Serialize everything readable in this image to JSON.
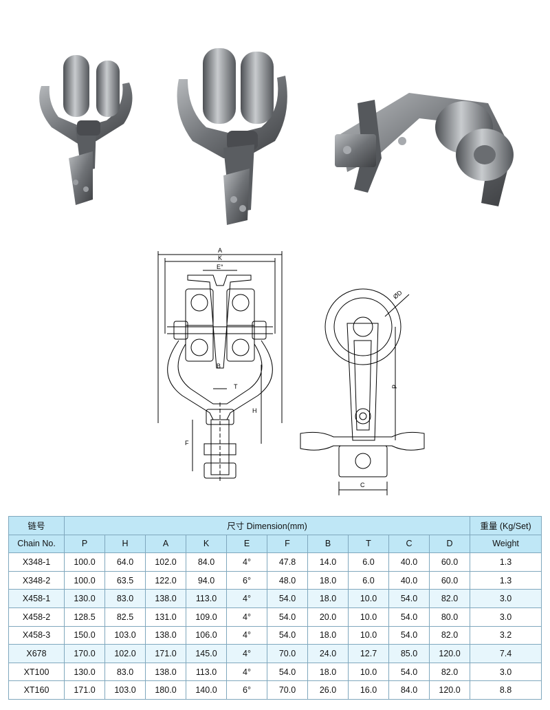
{
  "diagram": {
    "front_labels": {
      "A": "A",
      "K": "K",
      "E": "E°",
      "B": "B",
      "T": "T",
      "H": "H",
      "F": "F"
    },
    "side_labels": {
      "D": "ØD",
      "P": "P",
      "C": "C"
    }
  },
  "table": {
    "header_top": {
      "chain": "链号",
      "dimension": "尺寸 Dimension(mm)",
      "weight": "重量 (Kg/Set)"
    },
    "header_sub": {
      "chain": "Chain No.",
      "cols": [
        "P",
        "H",
        "A",
        "K",
        "E",
        "F",
        "B",
        "T",
        "C",
        "D"
      ],
      "weight": "Weight"
    },
    "rows": [
      {
        "chain": "X348-1",
        "values": [
          "100.0",
          "64.0",
          "102.0",
          "84.0",
          "4°",
          "47.8",
          "14.0",
          "6.0",
          "40.0",
          "60.0"
        ],
        "weight": "1.3"
      },
      {
        "chain": "X348-2",
        "values": [
          "100.0",
          "63.5",
          "122.0",
          "94.0",
          "6°",
          "48.0",
          "18.0",
          "6.0",
          "40.0",
          "60.0"
        ],
        "weight": "1.3"
      },
      {
        "chain": "X458-1",
        "values": [
          "130.0",
          "83.0",
          "138.0",
          "113.0",
          "4°",
          "54.0",
          "18.0",
          "10.0",
          "54.0",
          "82.0"
        ],
        "weight": "3.0"
      },
      {
        "chain": "X458-2",
        "values": [
          "128.5",
          "82.5",
          "131.0",
          "109.0",
          "4°",
          "54.0",
          "20.0",
          "10.0",
          "54.0",
          "80.0"
        ],
        "weight": "3.0"
      },
      {
        "chain": "X458-3",
        "values": [
          "150.0",
          "103.0",
          "138.0",
          "106.0",
          "4°",
          "54.0",
          "18.0",
          "10.0",
          "54.0",
          "82.0"
        ],
        "weight": "3.2"
      },
      {
        "chain": "X678",
        "values": [
          "170.0",
          "102.0",
          "171.0",
          "145.0",
          "4°",
          "70.0",
          "24.0",
          "12.7",
          "85.0",
          "120.0"
        ],
        "weight": "7.4"
      },
      {
        "chain": "XT100",
        "values": [
          "130.0",
          "83.0",
          "138.0",
          "113.0",
          "4°",
          "54.0",
          "18.0",
          "10.0",
          "54.0",
          "82.0"
        ],
        "weight": "3.0"
      },
      {
        "chain": "XT160",
        "values": [
          "171.0",
          "103.0",
          "180.0",
          "140.0",
          "6°",
          "70.0",
          "26.0",
          "16.0",
          "84.0",
          "120.0"
        ],
        "weight": "8.8"
      }
    ]
  }
}
